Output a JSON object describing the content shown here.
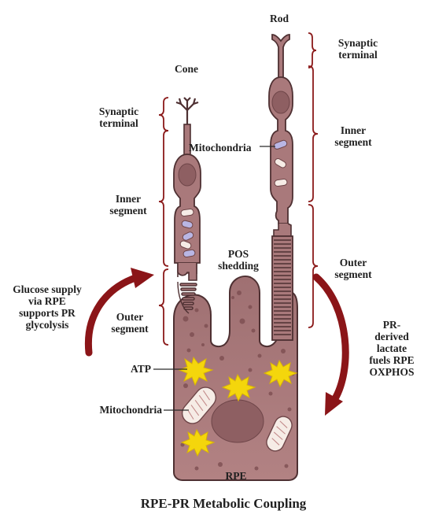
{
  "title": "RPE-PR Metabolic Coupling",
  "labels": {
    "rod": "Rod",
    "cone": "Cone",
    "rod_synaptic_terminal": [
      "Synaptic",
      "terminal"
    ],
    "rod_inner_segment": [
      "Inner",
      "segment"
    ],
    "rod_outer_segment": [
      "Outer",
      "segment"
    ],
    "cone_synaptic_terminal": [
      "Synaptic",
      "terminal"
    ],
    "cone_inner_segment": [
      "Inner",
      "segment"
    ],
    "cone_outer_segment": [
      "Outer",
      "segment"
    ],
    "mitochondria_pr": "Mitochondria",
    "pos_shedding": [
      "POS",
      "shedding"
    ],
    "glucose_supply": [
      "Glucose supply",
      "via RPE",
      "supports PR",
      "glycolysis"
    ],
    "lactate": [
      "PR-",
      "derived",
      "lactate",
      "fuels RPE",
      "OXPHOS"
    ],
    "atp": "ATP",
    "mitochondria_rpe": "Mitochondria",
    "rpe": "RPE"
  },
  "colors": {
    "cell_fill": "#a9797b",
    "cell_dark": "#8e5f62",
    "outline": "#4e3032",
    "bracket": "#8b1a1a",
    "arrow": "#8b1518",
    "atp_star": "#f4d60c",
    "mito_fill": "#f6ece6",
    "mito_blue": "#b9b6e4"
  }
}
